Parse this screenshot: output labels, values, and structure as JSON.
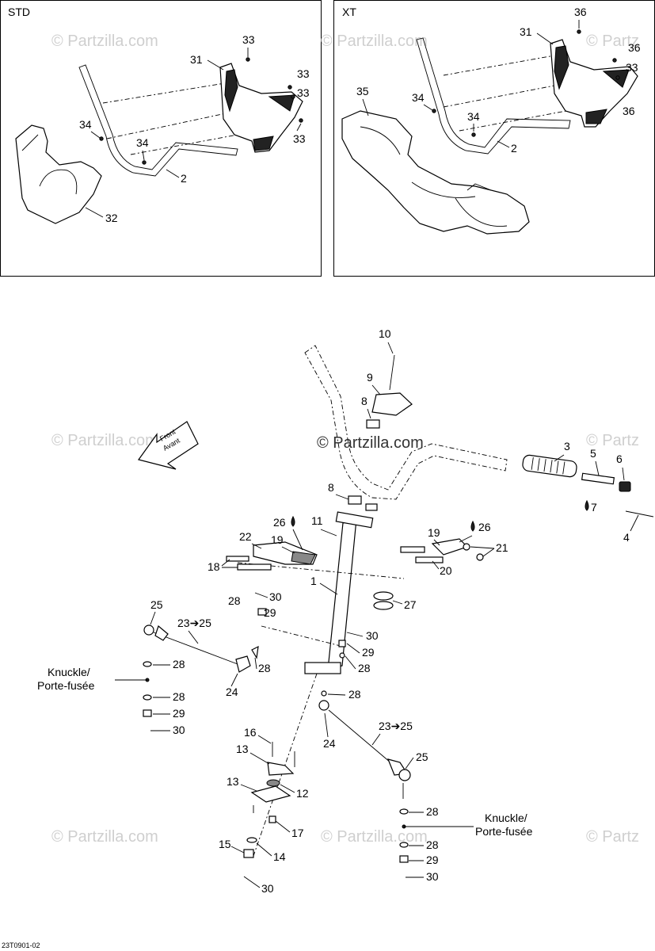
{
  "panels": {
    "std": {
      "title": "STD"
    },
    "xt": {
      "title": "XT"
    }
  },
  "watermarks": {
    "brand": "© Partzilla.com",
    "brand_short": "© Partz",
    "center": "© Partzilla.com"
  },
  "front_arrow": {
    "line1": "Front",
    "line2": "Avant"
  },
  "knuckle_label": {
    "line1": "Knuckle/",
    "line2": "Porte-fusée"
  },
  "callouts": {
    "c2": "2",
    "c31": "31",
    "c32": "32",
    "c33": "33",
    "c34": "34",
    "c35": "35",
    "c36": "36",
    "c1": "1",
    "c3": "3",
    "c4": "4",
    "c5": "5",
    "c6": "6",
    "c7": "7",
    "c8": "8",
    "c9": "9",
    "c10": "10",
    "c11": "11",
    "c12": "12",
    "c13": "13",
    "c14": "14",
    "c15": "15",
    "c16": "16",
    "c17": "17",
    "c18": "18",
    "c19": "19",
    "c20": "20",
    "c21": "21",
    "c22": "22",
    "c23_25": "23➔25",
    "c24": "24",
    "c25": "25",
    "c26": "26",
    "c27": "27",
    "c28": "28",
    "c29": "29",
    "c30": "30"
  },
  "drawing_code": "23T0901-02"
}
